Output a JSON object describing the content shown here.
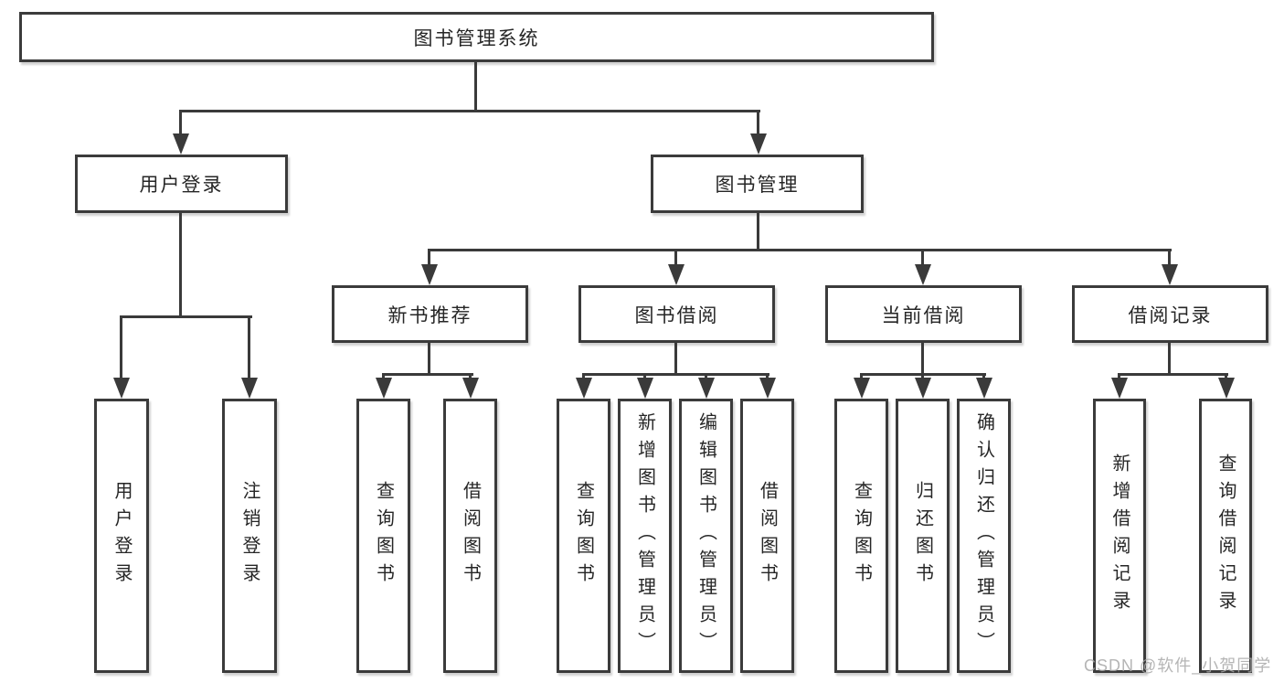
{
  "diagram": {
    "title": "图书管理系统",
    "branches": [
      {
        "label": "用户登录",
        "children": [
          "用户登录",
          "注销登录"
        ]
      },
      {
        "label": "图书管理",
        "groups": [
          {
            "label": "新书推荐",
            "children": [
              "查询图书",
              "借阅图书"
            ]
          },
          {
            "label": "图书借阅",
            "children": [
              "查询图书",
              "新增图书（管理员）",
              "编辑图书（管理员）",
              "借阅图书"
            ]
          },
          {
            "label": "当前借阅",
            "children": [
              "查询图书",
              "归还图书",
              "确认归还（管理员）"
            ]
          },
          {
            "label": "借阅记录",
            "children": [
              "新增借阅记录",
              "查询借阅记录"
            ]
          }
        ]
      }
    ]
  },
  "watermark": "CSDN @软件_小贺同学",
  "colors": {
    "line": "#3a3a3a",
    "border": "#3b3b3b",
    "text": "#262626",
    "background": "#ffffff",
    "watermark": "#a8a8a8"
  }
}
